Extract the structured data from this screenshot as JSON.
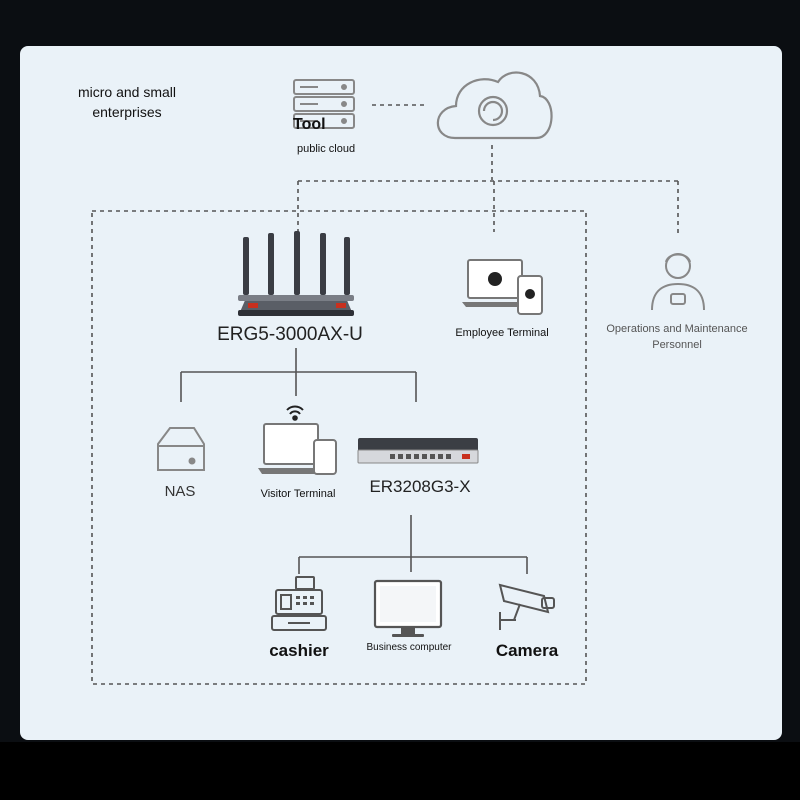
{
  "header": {
    "segment": [
      "micro and small",
      "enterprises"
    ]
  },
  "cloud": {
    "tool_label": "Tool",
    "cloud_label": "public cloud"
  },
  "devices": {
    "router": "ERG5-3000AX-U",
    "employee_terminal": "Employee Terminal",
    "ops_personnel": [
      "Operations and Maintenance",
      "Personnel"
    ],
    "nas": "NAS",
    "visitor_terminal": "Visitor Terminal",
    "switch": "ER3208G3-X",
    "cashier": "cashier",
    "business_computer": "Business computer",
    "camera": "Camera"
  }
}
